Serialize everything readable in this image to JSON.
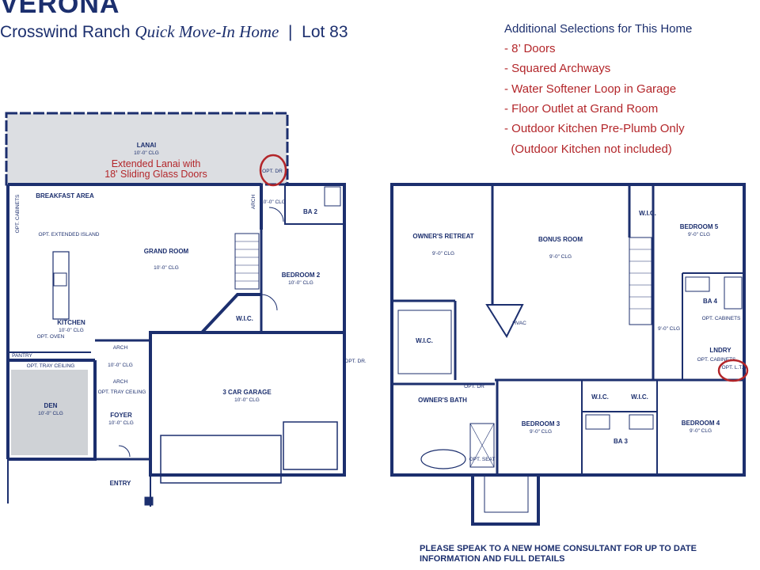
{
  "header": {
    "model": "VERONA",
    "community": "Crosswind Ranch",
    "home_type": "Quick Move-In Home",
    "separator": "|",
    "lot": "Lot 83"
  },
  "selections": {
    "heading": "Additional Selections for This Home",
    "items": [
      "- 8’ Doors",
      "- Squared Archways",
      "- Water Softener Loop in Garage",
      "- Floor Outlet at Grand Room",
      "- Outdoor Kitchen Pre-Plumb Only",
      "  (Outdoor Kitchen not included)"
    ]
  },
  "first_floor": {
    "lanai": {
      "name": "LANAI",
      "clg": "10'-0\" CLG",
      "note1": "Extended Lanai with",
      "note2": "18' Sliding Glass Doors"
    },
    "opt_dr": "OPT. DR",
    "breakfast": "BREAKFAST AREA",
    "opt_cabinets": "OPT. CABINETS",
    "opt_island": "OPT. EXTENDED ISLAND",
    "grand_room": {
      "name": "GRAND ROOM",
      "clg": "10'-0\" CLG"
    },
    "arch": "ARCH",
    "ba2": "BA 2",
    "ba2_clg": "10'-0\" CLG",
    "bedroom2": {
      "name": "BEDROOM 2",
      "clg": "10'-0\" CLG"
    },
    "wic": "W.I.C.",
    "kitchen": {
      "name": "KITCHEN",
      "clg": "10'-0\" CLG"
    },
    "opt_oven": "OPT. OVEN",
    "pantry": "PANTRY",
    "opt_tray": "OPT. TRAY CEILING",
    "hall_clg": "10'-0\" CLG",
    "opt_dr2": "OPT. DR.",
    "den": {
      "name": "DEN",
      "clg": "10'-0\" CLG"
    },
    "opt_tray2": "OPT. TRAY CEILING",
    "foyer": {
      "name": "FOYER",
      "clg": "10'-0\" CLG"
    },
    "garage": {
      "name": "3 CAR GARAGE",
      "clg": "10'-0\" CLG"
    },
    "entry": "ENTRY"
  },
  "second_floor": {
    "owners_retreat": {
      "name": "OWNER'S RETREAT",
      "clg": "9'-0\" CLG"
    },
    "bonus_room": {
      "name": "BONUS ROOM",
      "clg": "9'-0\" CLG"
    },
    "wic": "W.I.C.",
    "bedroom5": {
      "name": "BEDROOM 5",
      "clg": "9'-0\" CLG"
    },
    "ba4": "BA 4",
    "hvac": "HVAC",
    "opt_cabinets": "OPT. CABINETS",
    "hall_clg": "9'-0\" CLG",
    "lndry": "LNDRY",
    "opt_lt": "OPT. L.T.",
    "owners_bath": "OWNER'S BATH",
    "opt_dr": "OPT. DR",
    "opt_seat": "OPT. SEAT",
    "bedroom3": {
      "name": "BEDROOM 3",
      "clg": "9'-0\" CLG"
    },
    "ba3": "BA 3",
    "bedroom4": {
      "name": "BEDROOM 4",
      "clg": "9'-0\" CLG"
    }
  },
  "footer": {
    "line1": "PLEASE SPEAK TO A NEW HOME CONSULTANT FOR UP TO DATE",
    "line2": "INFORMATION AND FULL DETAILS"
  },
  "colors": {
    "wall": "#1c2f6e",
    "accent": "#b3262a",
    "lanai_fill": "#dcdee2",
    "den_fill": "#cfd2d6"
  }
}
